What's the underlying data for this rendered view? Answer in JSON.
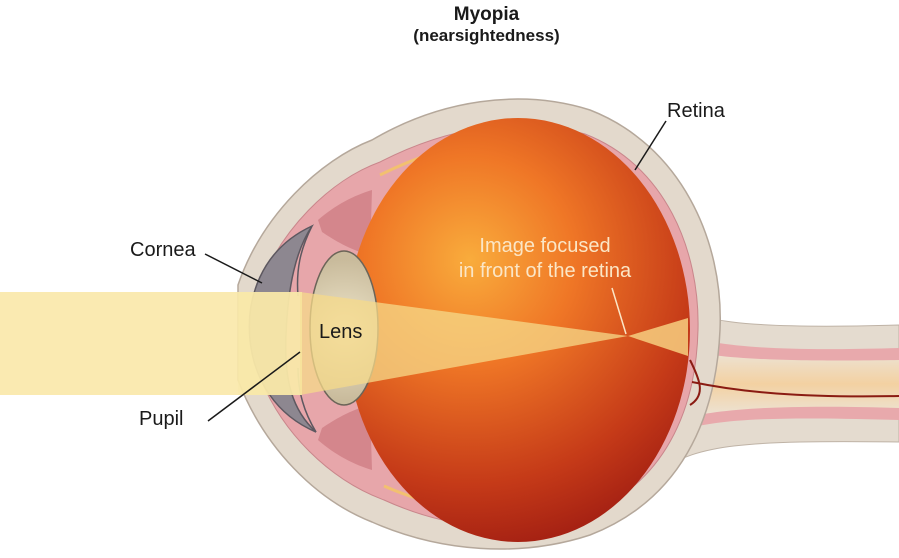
{
  "title": "Myopia",
  "subtitle": "(nearsightedness)",
  "labels": {
    "retina": "Retina",
    "cornea": "Cornea",
    "lens": "Lens",
    "pupil": "Pupil",
    "focus_line1": "Image focused",
    "focus_line2": "in front of the retina"
  },
  "colors": {
    "sclera": "#e3d9cc",
    "choroid": "#e4a3a8",
    "vitreous_center": "#f7a53a",
    "vitreous_edge": "#a51d12",
    "light_beam": "#f9e8a8",
    "cornea": "#8d8790",
    "lens": "#e8dfc2",
    "optic_nerve": "#f3d2a4"
  }
}
